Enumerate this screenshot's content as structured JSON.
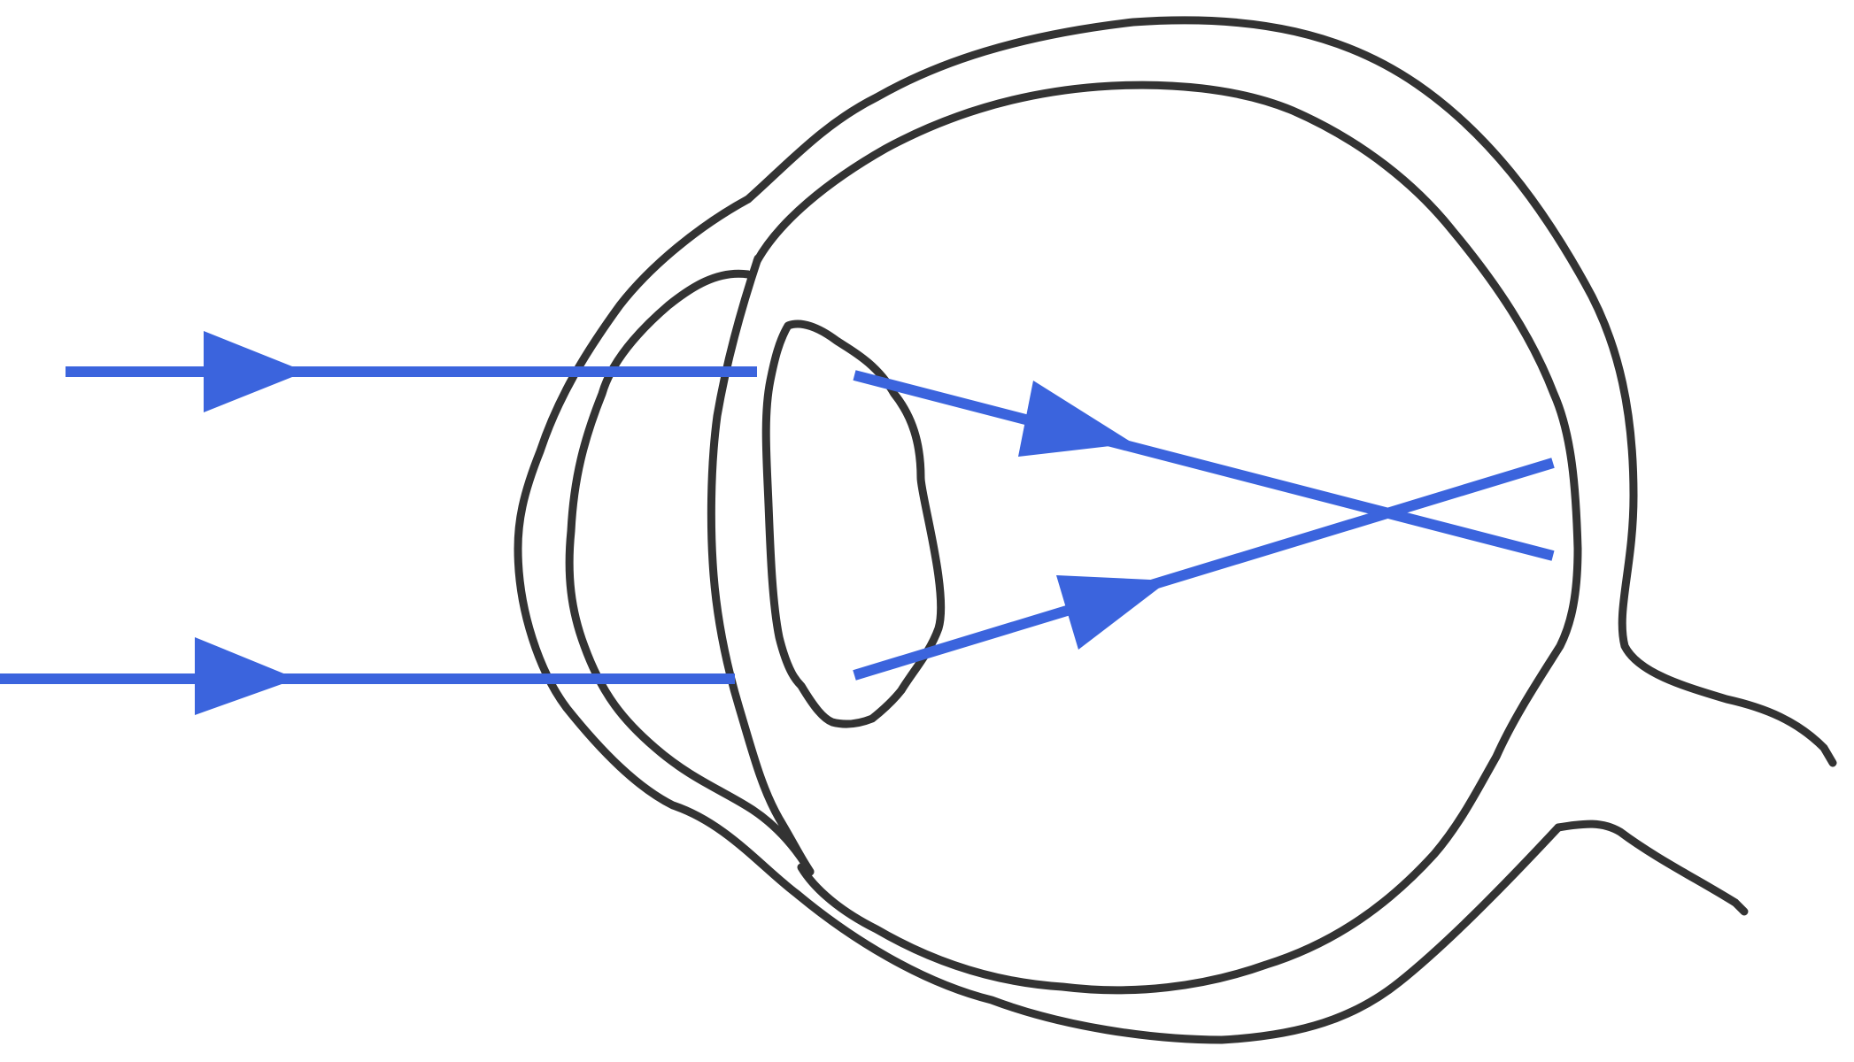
{
  "diagram": {
    "subject": "eye-cross-section-ray-diagram",
    "colors": {
      "outline": "#333333",
      "ray": "#3b64dd",
      "background": "#ffffff"
    },
    "rays": [
      {
        "id": "upper-ray",
        "segments": [
          "incoming",
          "refracted"
        ],
        "crosses_other_ray": true
      },
      {
        "id": "lower-ray",
        "segments": [
          "incoming",
          "refracted"
        ],
        "crosses_other_ray": true
      }
    ],
    "parts": [
      "sclera",
      "choroid",
      "cornea",
      "iris",
      "lens",
      "optic-nerve"
    ]
  }
}
